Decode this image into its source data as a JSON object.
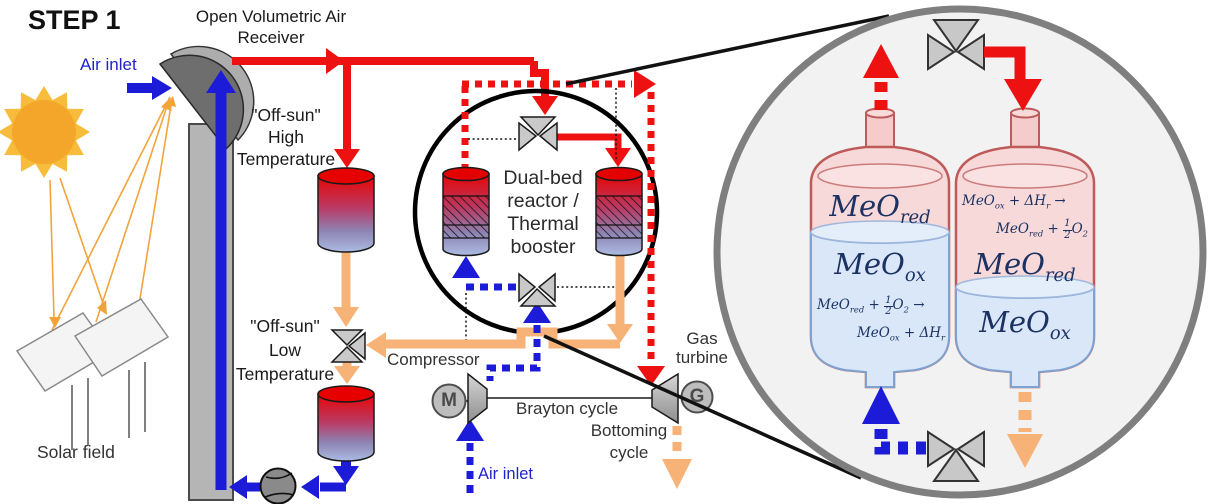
{
  "title": "STEP 1",
  "left_area": {
    "air_inlet": "Air inlet",
    "receiver_line1": "Open Volumetric Air",
    "receiver_line2": "Receiver",
    "offsun_high": [
      "\"Off-sun\"",
      "High",
      "Temperature"
    ],
    "offsun_low": [
      "\"Off-sun\"",
      "Low",
      "Temperature"
    ],
    "solar_field": "Solar field"
  },
  "center_area": {
    "dual_bed": [
      "Dual-bed",
      "reactor /",
      "Thermal",
      "booster"
    ],
    "compressor": "Compressor",
    "brayton": "Brayton cycle",
    "gas_turbine": [
      "Gas",
      "turbine"
    ],
    "bottoming": [
      "Bottoming",
      "cycle"
    ],
    "air_inlet": "Air inlet",
    "motor": "M",
    "generator": "G"
  },
  "detail_view": {
    "left_vessel": {
      "top_label": [
        {
          "t": "MeO"
        },
        {
          "s": "red"
        }
      ],
      "mid_label": [
        {
          "t": "MeO"
        },
        {
          "s": "ox"
        }
      ],
      "eq_line1": [
        {
          "t": "MeO"
        },
        {
          "s": "red"
        },
        {
          "t": " + "
        },
        {
          "f": [
            "1",
            "2"
          ]
        },
        {
          "t": "O"
        },
        {
          "s": "2"
        },
        {
          "t": " →"
        }
      ],
      "eq_line2": [
        {
          "t": "MeO"
        },
        {
          "s": "ox"
        },
        {
          "t": " + ΔH"
        },
        {
          "s": "r"
        }
      ]
    },
    "right_vessel": {
      "eq_line1": [
        {
          "t": "MeO"
        },
        {
          "s": "ox"
        },
        {
          "t": " + ΔH"
        },
        {
          "s": "r"
        },
        {
          "t": " →"
        }
      ],
      "eq_line2": [
        {
          "t": "MeO"
        },
        {
          "s": "red"
        },
        {
          "t": " + "
        },
        {
          "f": [
            "1",
            "2"
          ]
        },
        {
          "t": "O"
        },
        {
          "s": "2"
        }
      ],
      "mid_label": [
        {
          "t": "MeO"
        },
        {
          "s": "red"
        }
      ],
      "bottom_label": [
        {
          "t": "MeO"
        },
        {
          "s": "ox"
        }
      ]
    }
  },
  "colors": {
    "hot_red": "#EE1111",
    "cold_blue": "#1C1CD8",
    "warm_orange": "#F6B277",
    "ray_orange": "#F2A43B",
    "math_navy": "#1B3263",
    "circle_fill": "#F2F2F2",
    "circle_stroke": "#7F7F7F"
  }
}
